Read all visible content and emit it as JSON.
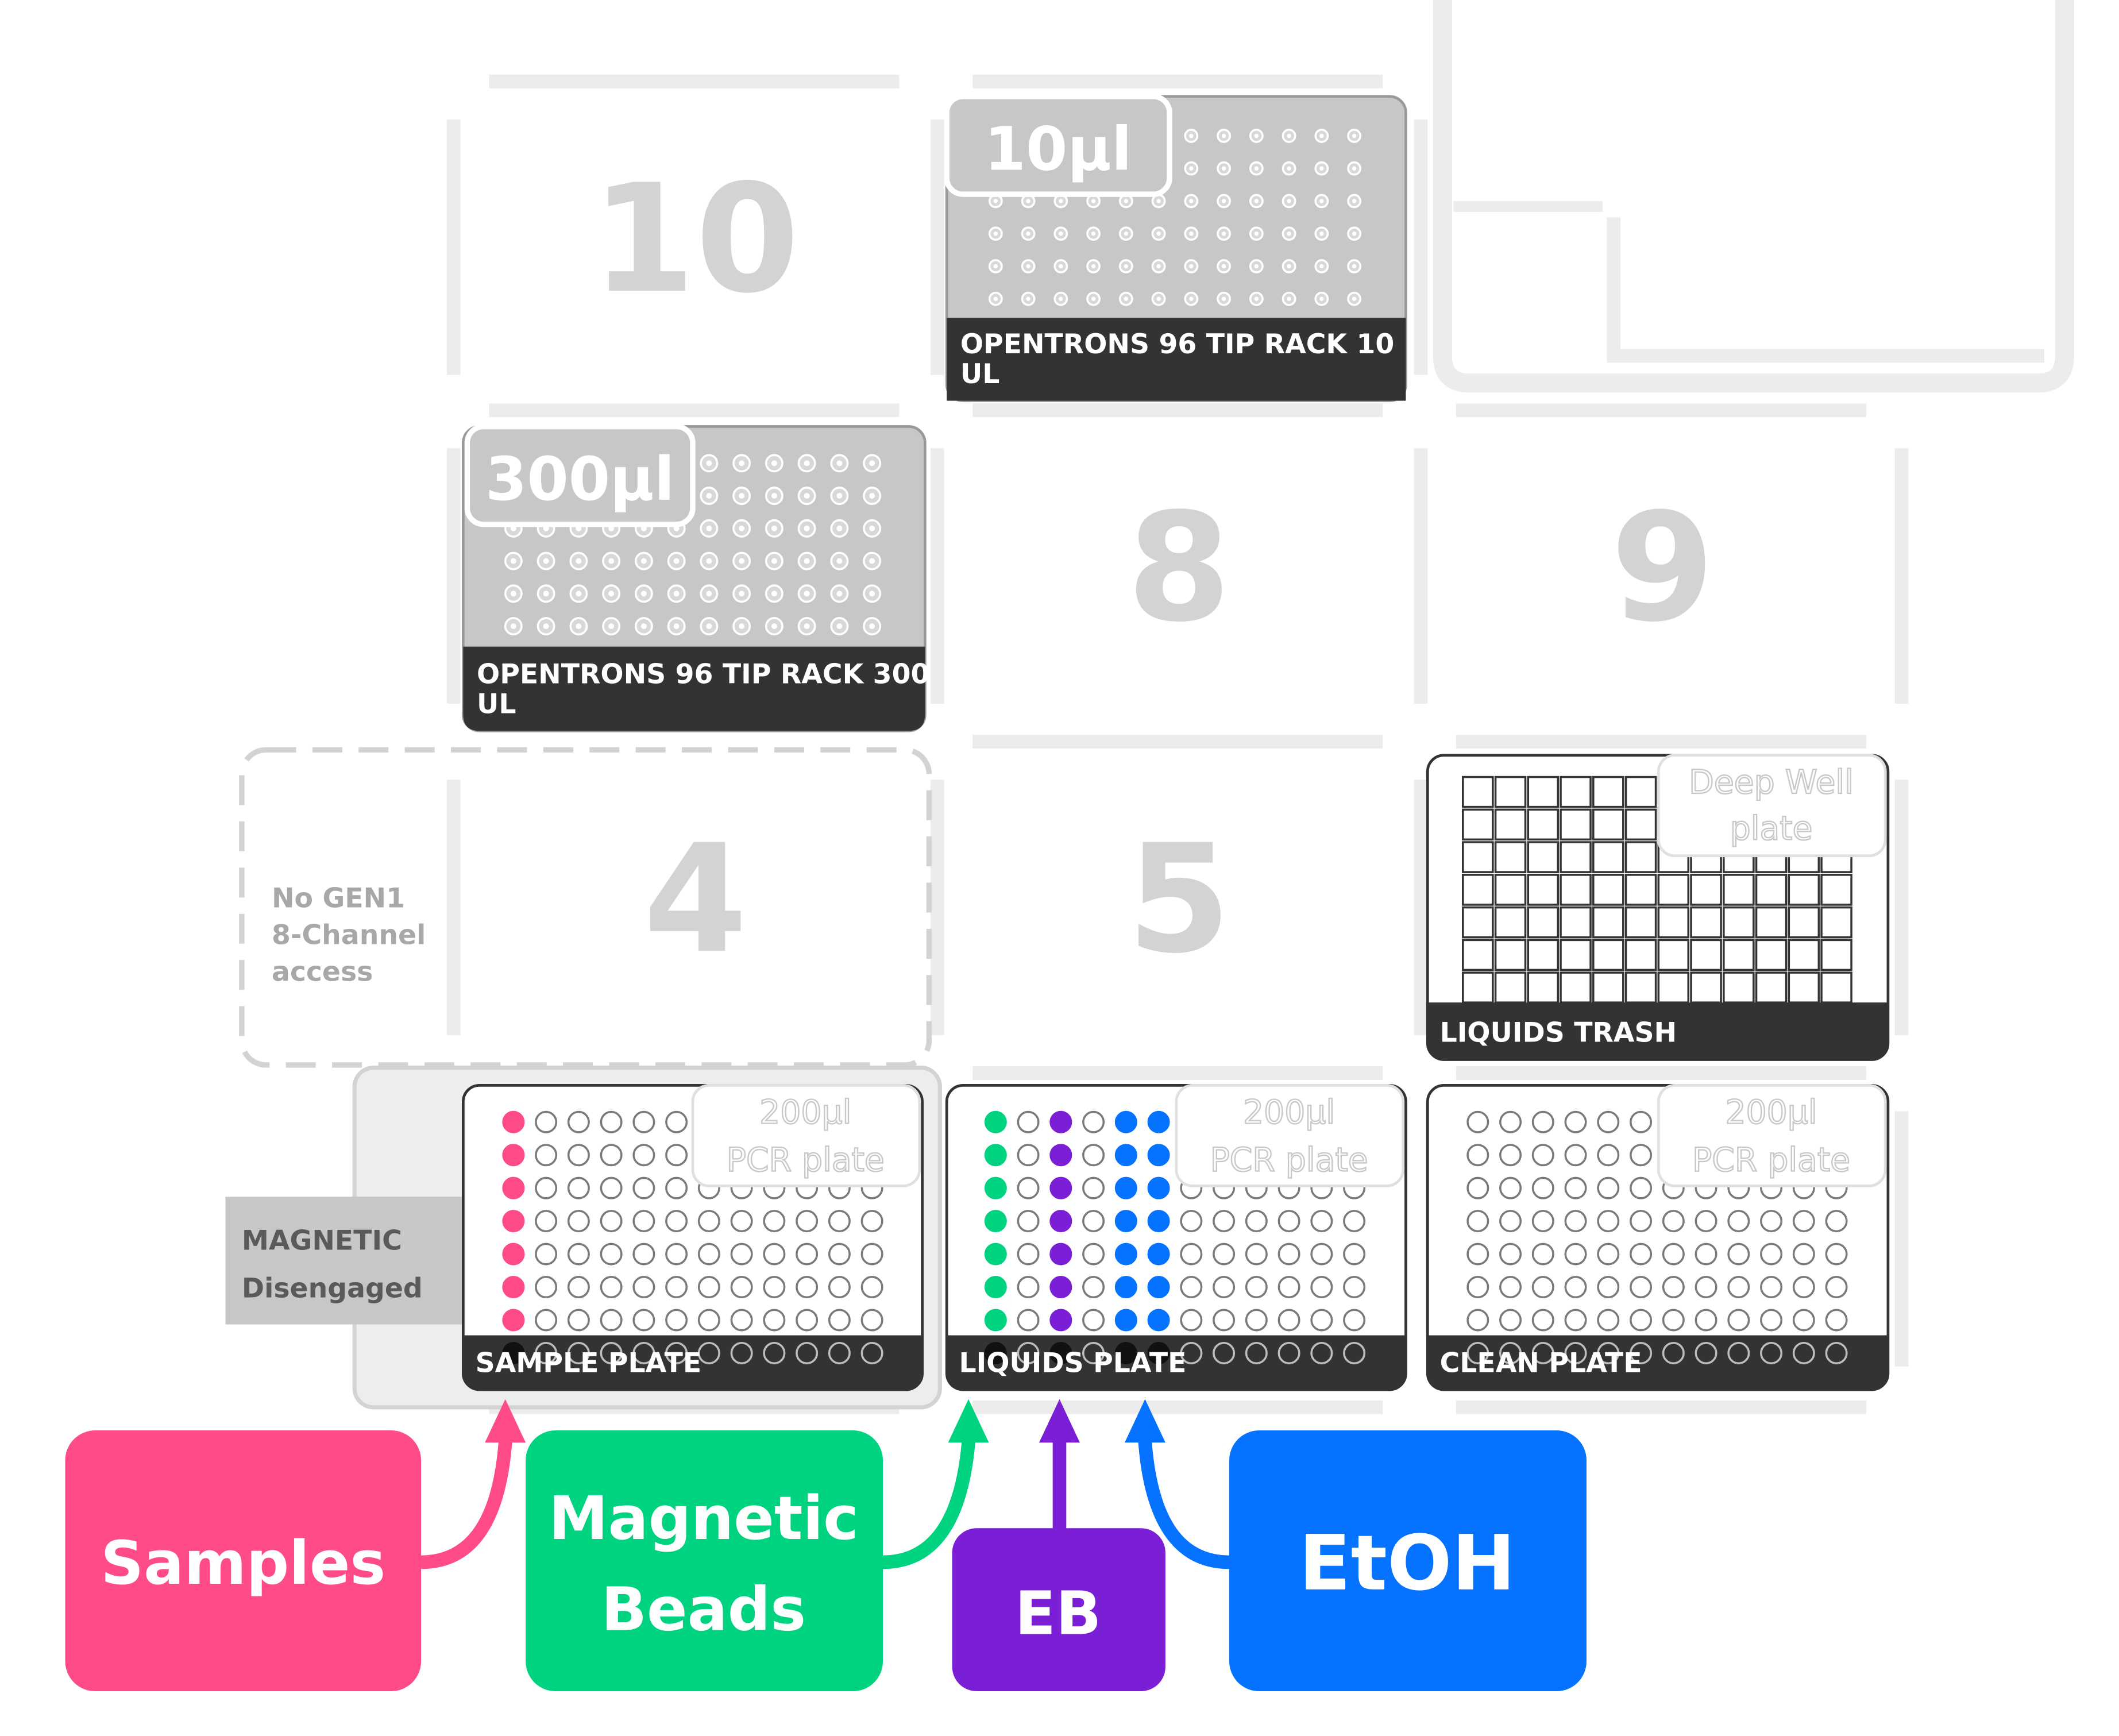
{
  "slots": [
    {
      "label": "10"
    },
    {
      "label": "8"
    },
    {
      "label": "9"
    },
    {
      "label": "4"
    },
    {
      "label": "5"
    }
  ],
  "labware": {
    "tiprack_10": {
      "volume_badge": "10µl",
      "name_line1": "OPENTRONS 96 TIP RACK 10",
      "name_line2": "UL"
    },
    "tiprack_300": {
      "volume_badge": "300µl",
      "name_line1": "OPENTRONS 96 TIP RACK 300",
      "name_line2": "UL"
    },
    "liquids_trash": {
      "badge_line1": "Deep Well",
      "badge_line2": "plate",
      "name": "LIQUIDS TRASH"
    },
    "sample_plate": {
      "badge_line1": "200µl",
      "badge_line2": "PCR plate",
      "name": "SAMPLE PLATE",
      "filled_columns": [
        1
      ],
      "column_colors": [
        "#ff4b88"
      ]
    },
    "liquids_plate": {
      "badge_line1": "200µl",
      "badge_line2": "PCR plate",
      "name": "LIQUIDS PLATE",
      "filled_columns": [
        1,
        3,
        5,
        6
      ],
      "column_colors": [
        "#00d37f",
        "#7a1fd6",
        "#0573ff",
        "#0573ff"
      ]
    },
    "clean_plate": {
      "badge_line1": "200µl",
      "badge_line2": "PCR plate",
      "name": "CLEAN PLATE"
    }
  },
  "slot4_note": {
    "line1": "No GEN1",
    "line2": "8-Channel",
    "line3": "access"
  },
  "magnetic_module": {
    "line1": "MAGNETIC",
    "line2": "Disengaged"
  },
  "liquids": [
    {
      "label": "Samples",
      "color": "#ff4b88"
    },
    {
      "label_line1": "Magnetic",
      "label_line2": "Beads",
      "color": "#00d37f"
    },
    {
      "label": "EB",
      "color": "#7a1fd6"
    },
    {
      "label": "EtOH",
      "color": "#0573ff"
    }
  ],
  "colors": {
    "slot_grey": "#d3d3d3",
    "slot_line": "#ececec",
    "label_bar": "#333333",
    "tip_rack_fill": "#c7c7c7"
  }
}
